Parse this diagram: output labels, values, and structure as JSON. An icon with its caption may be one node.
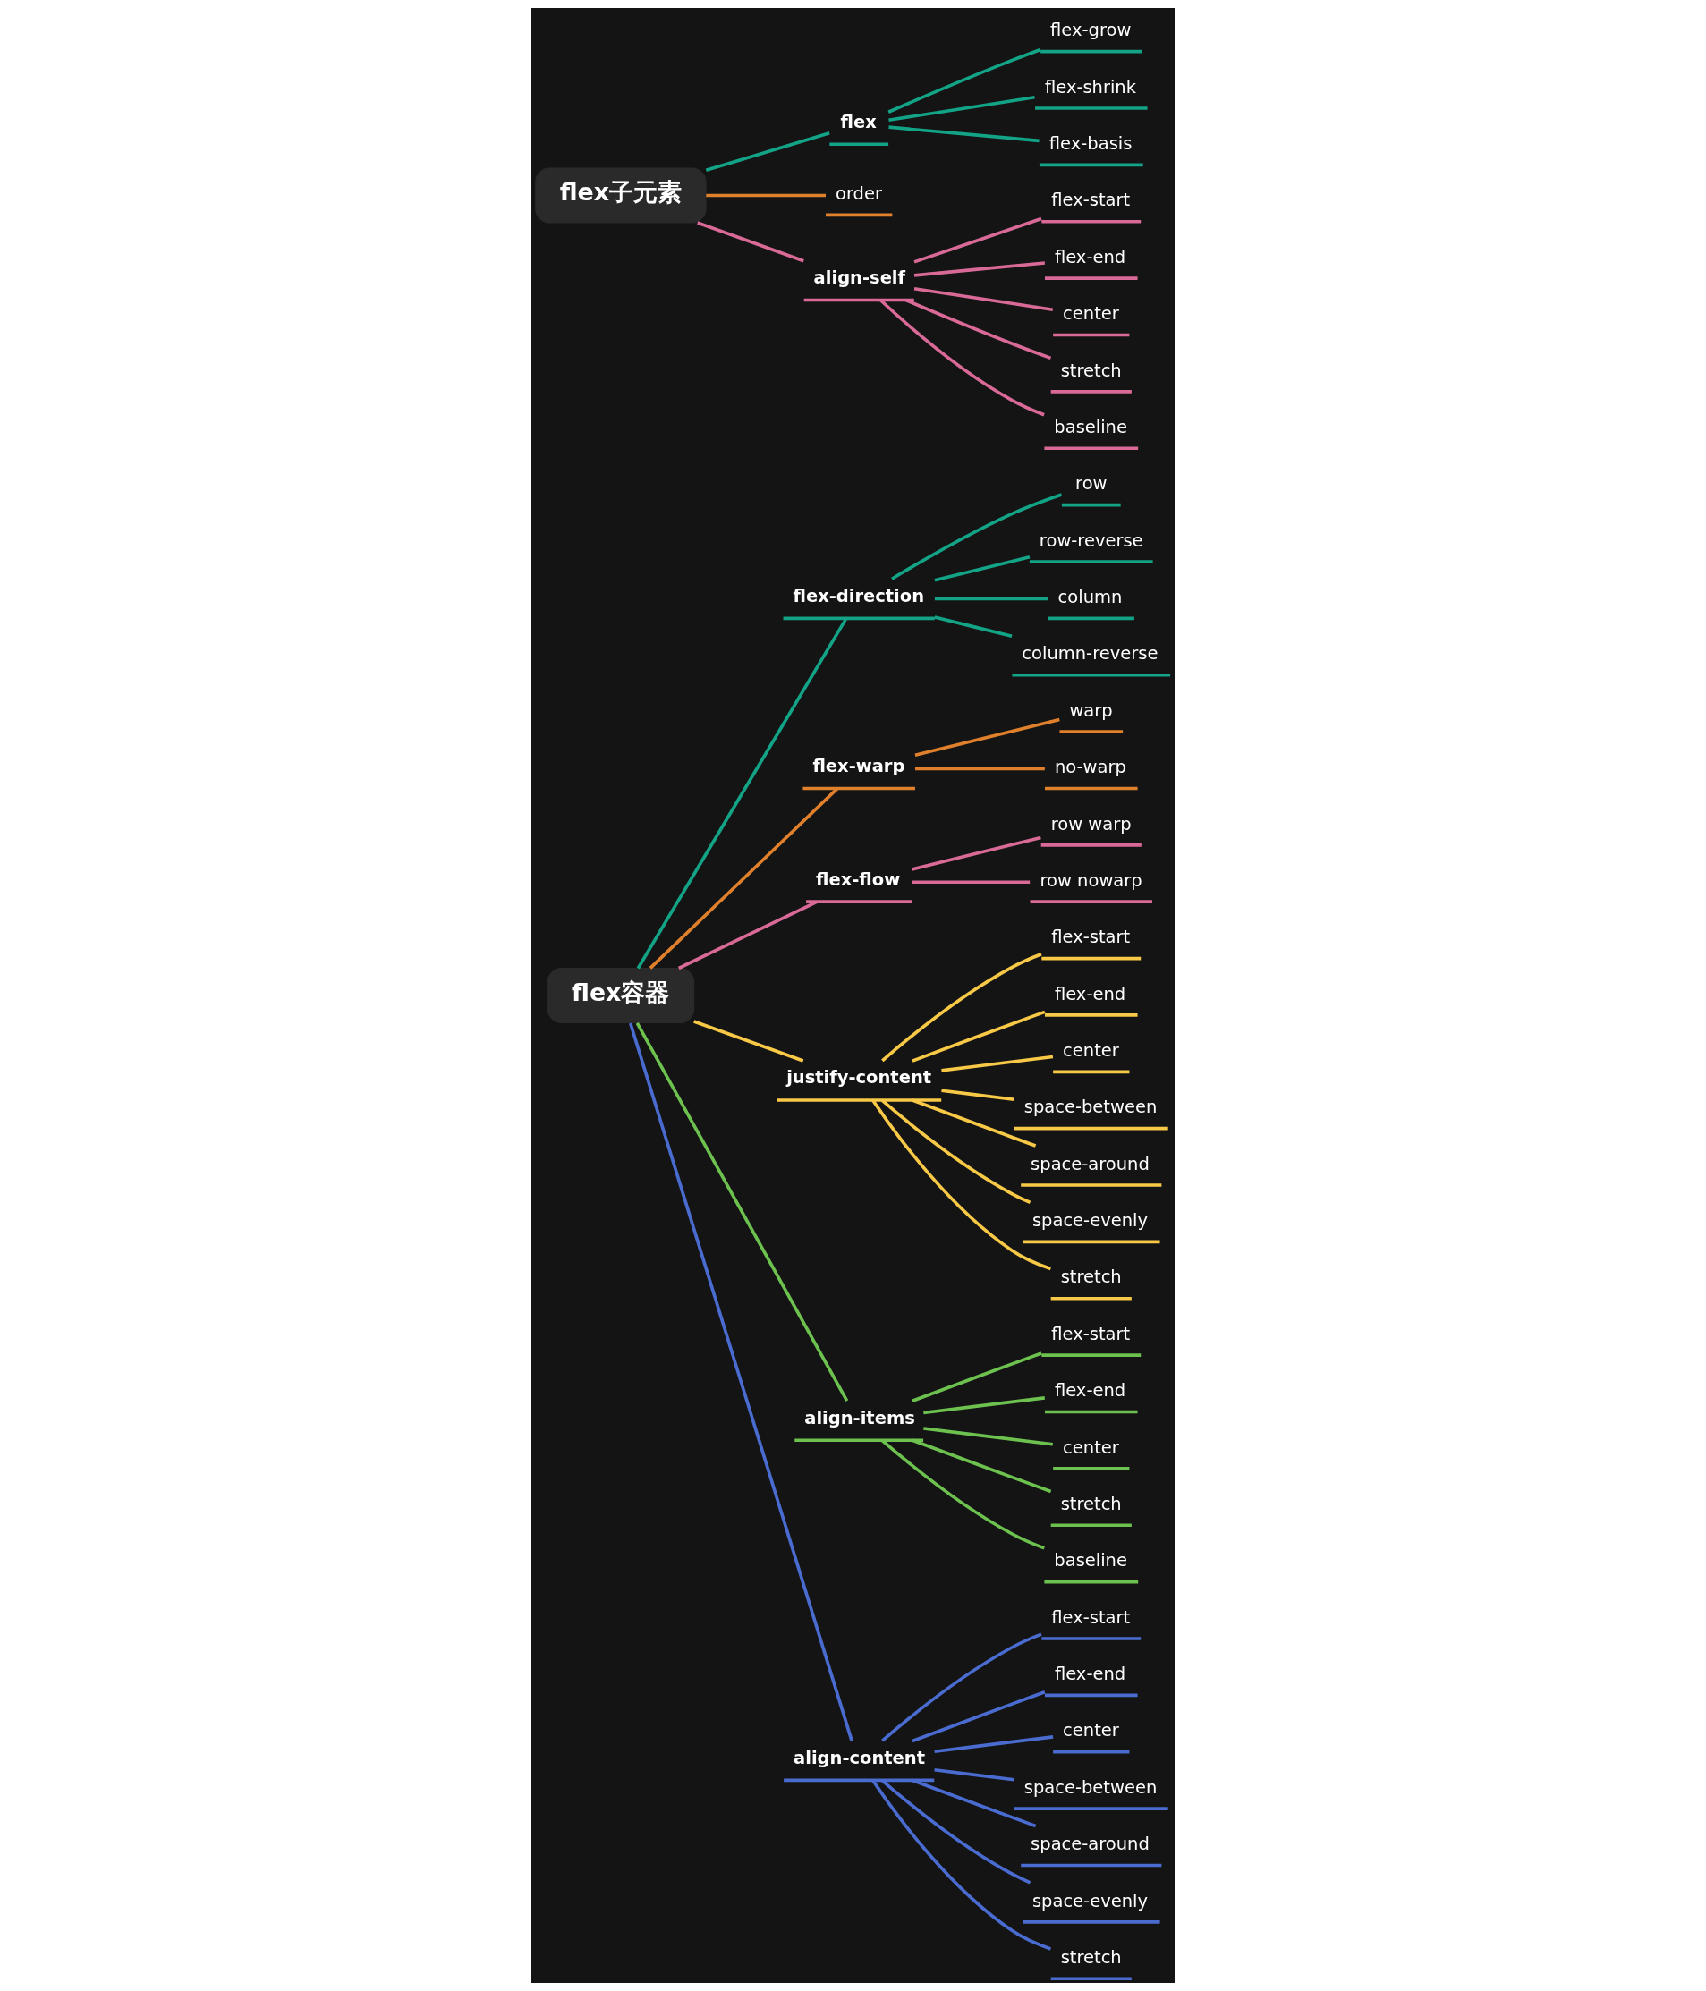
{
  "diagram": {
    "nodes": [
      {
        "text": [
          "flex容器"
        ]
      },
      {
        "text": [
          "flex-direction"
        ]
      },
      {
        "text": [
          "row"
        ]
      },
      {
        "text": [
          "row-reverse"
        ]
      },
      {
        "text": [
          "column"
        ]
      },
      {
        "text": [
          "column-reverse"
        ]
      },
      {
        "text": [
          "flex-warp"
        ]
      },
      {
        "text": [
          "warp"
        ]
      },
      {
        "text": [
          "no-warp"
        ]
      },
      {
        "text": [
          "flex-flow"
        ]
      },
      {
        "text": [
          "row warp"
        ]
      },
      {
        "text": [
          "row nowarp"
        ]
      },
      {
        "text": [
          "justify-content"
        ]
      },
      {
        "text": [
          "flex-start"
        ]
      },
      {
        "text": [
          "flex-end"
        ]
      },
      {
        "text": [
          "center"
        ]
      },
      {
        "text": [
          "space-between"
        ]
      },
      {
        "text": [
          "space-around"
        ]
      },
      {
        "text": [
          "space-evenly"
        ]
      },
      {
        "text": [
          "stretch"
        ]
      },
      {
        "text": [
          "align-items"
        ]
      },
      {
        "text": [
          "flex-start"
        ]
      },
      {
        "text": [
          "flex-end"
        ]
      },
      {
        "text": [
          "center"
        ]
      },
      {
        "text": [
          "stretch"
        ]
      },
      {
        "text": [
          "baseline"
        ]
      },
      {
        "text": [
          "align-content"
        ]
      },
      {
        "text": [
          "flex-start"
        ]
      },
      {
        "text": [
          "flex-end"
        ]
      },
      {
        "text": [
          "center"
        ]
      },
      {
        "text": [
          "space-between"
        ]
      },
      {
        "text": [
          "space-around"
        ]
      },
      {
        "text": [
          "space-evenly"
        ]
      },
      {
        "text": [
          "stretch"
        ]
      },
      {
        "text": [
          "flex子元素"
        ]
      },
      {
        "text": [
          "flex"
        ]
      },
      {
        "text": [
          "flex-grow"
        ]
      },
      {
        "text": [
          "flex-shrink"
        ]
      },
      {
        "text": [
          "flex-basis"
        ]
      },
      {
        "text": [
          "order"
        ]
      },
      {
        "text": [
          "align-self"
        ]
      },
      {
        "text": [
          "flex-start"
        ]
      },
      {
        "text": [
          "flex-end"
        ]
      },
      {
        "text": [
          "center"
        ]
      },
      {
        "text": [
          "stretch"
        ]
      },
      {
        "text": [
          "baseline"
        ]
      }
    ],
    "edges": [
      {
        "from": 0,
        "to": 1,
        "arrow": "none",
        "color": "#13a386"
      },
      {
        "from": 1,
        "to": 2,
        "arrow": "none",
        "color": "#13a386"
      },
      {
        "from": 1,
        "to": 3,
        "arrow": "none",
        "color": "#13a386"
      },
      {
        "from": 1,
        "to": 4,
        "arrow": "none",
        "color": "#13a386"
      },
      {
        "from": 1,
        "to": 5,
        "arrow": "none",
        "color": "#13a386"
      },
      {
        "from": 0,
        "to": 6,
        "arrow": "none",
        "color": "#e0802c"
      },
      {
        "from": 6,
        "to": 7,
        "arrow": "none",
        "color": "#e0802c"
      },
      {
        "from": 6,
        "to": 8,
        "arrow": "none",
        "color": "#e0802c"
      },
      {
        "from": 0,
        "to": 9,
        "arrow": "none",
        "color": "#d96a97"
      },
      {
        "from": 9,
        "to": 10,
        "arrow": "none",
        "color": "#d96a97"
      },
      {
        "from": 9,
        "to": 11,
        "arrow": "none",
        "color": "#d96a97"
      },
      {
        "from": 0,
        "to": 12,
        "arrow": "none",
        "color": "#f8c947"
      },
      {
        "from": 12,
        "to": 13,
        "arrow": "none",
        "color": "#f8c947"
      },
      {
        "from": 12,
        "to": 14,
        "arrow": "none",
        "color": "#f8c947"
      },
      {
        "from": 12,
        "to": 15,
        "arrow": "none",
        "color": "#f8c947"
      },
      {
        "from": 12,
        "to": 16,
        "arrow": "none",
        "color": "#f8c947"
      },
      {
        "from": 12,
        "to": 17,
        "arrow": "none",
        "color": "#f8c947"
      },
      {
        "from": 12,
        "to": 18,
        "arrow": "none",
        "color": "#f8c947"
      },
      {
        "from": 12,
        "to": 19,
        "arrow": "none",
        "color": "#f8c947"
      },
      {
        "from": 0,
        "to": 20,
        "arrow": "none",
        "color": "#6dc14f"
      },
      {
        "from": 20,
        "to": 21,
        "arrow": "none",
        "color": "#6dc14f"
      },
      {
        "from": 20,
        "to": 22,
        "arrow": "none",
        "color": "#6dc14f"
      },
      {
        "from": 20,
        "to": 23,
        "arrow": "none",
        "color": "#6dc14f"
      },
      {
        "from": 20,
        "to": 24,
        "arrow": "none",
        "color": "#6dc14f"
      },
      {
        "from": 20,
        "to": 25,
        "arrow": "none",
        "color": "#6dc14f"
      },
      {
        "from": 0,
        "to": 26,
        "arrow": "none",
        "color": "#4a6cd0"
      },
      {
        "from": 26,
        "to": 27,
        "arrow": "none",
        "color": "#4a6cd0"
      },
      {
        "from": 26,
        "to": 28,
        "arrow": "none",
        "color": "#4a6cd0"
      },
      {
        "from": 26,
        "to": 29,
        "arrow": "none",
        "color": "#4a6cd0"
      },
      {
        "from": 26,
        "to": 30,
        "arrow": "none",
        "color": "#4a6cd0"
      },
      {
        "from": 26,
        "to": 31,
        "arrow": "none",
        "color": "#4a6cd0"
      },
      {
        "from": 26,
        "to": 32,
        "arrow": "none",
        "color": "#4a6cd0"
      },
      {
        "from": 26,
        "to": 33,
        "arrow": "none",
        "color": "#4a6cd0"
      },
      {
        "from": 34,
        "to": 35,
        "arrow": "none",
        "color": "#13a386"
      },
      {
        "from": 35,
        "to": 36,
        "arrow": "none",
        "color": "#13a386"
      },
      {
        "from": 35,
        "to": 37,
        "arrow": "none",
        "color": "#13a386"
      },
      {
        "from": 35,
        "to": 38,
        "arrow": "none",
        "color": "#13a386"
      },
      {
        "from": 34,
        "to": 39,
        "arrow": "none",
        "color": "#e0802c"
      },
      {
        "from": 34,
        "to": 40,
        "arrow": "none",
        "color": "#d96a97"
      },
      {
        "from": 40,
        "to": 41,
        "arrow": "none",
        "color": "#d96a97"
      },
      {
        "from": 40,
        "to": 42,
        "arrow": "none",
        "color": "#d96a97"
      },
      {
        "from": 40,
        "to": 43,
        "arrow": "none",
        "color": "#d96a97"
      },
      {
        "from": 40,
        "to": 44,
        "arrow": "none",
        "color": "#d96a97"
      },
      {
        "from": 40,
        "to": 45,
        "arrow": "none",
        "color": "#d96a97"
      }
    ]
  }
}
